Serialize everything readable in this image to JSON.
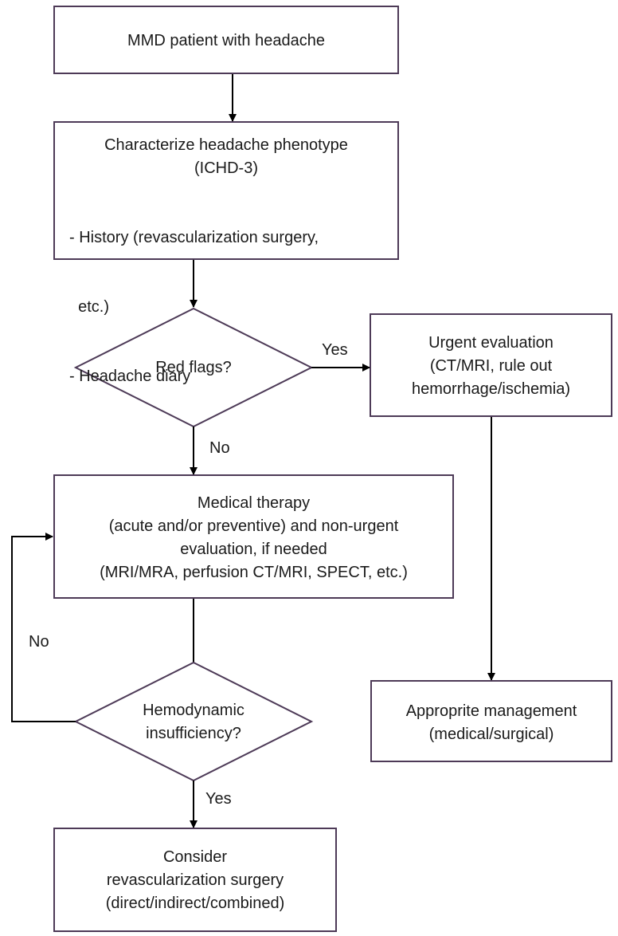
{
  "nodes": {
    "start": {
      "lines": [
        "MMD patient with headache"
      ]
    },
    "characterize": {
      "title_lines": [
        "Characterize headache phenotype",
        "(ICHD-3)"
      ],
      "bullets": [
        "- History (revascularization surgery,",
        "  etc.)",
        "- Headache diary"
      ]
    },
    "red_flags": {
      "lines": [
        "Red flags?"
      ]
    },
    "urgent": {
      "lines": [
        "Urgent evaluation",
        "(CT/MRI, rule out",
        "hemorrhage/ischemia)"
      ]
    },
    "medical": {
      "lines": [
        "Medical therapy",
        "(acute and/or preventive) and non-urgent",
        "evaluation, if needed",
        "(MRI/MRA, perfusion CT/MRI, SPECT, etc.)"
      ]
    },
    "hemodynamic": {
      "lines": [
        "Hemodynamic",
        "insufficiency?"
      ]
    },
    "management": {
      "lines": [
        "Approprite management",
        "(medical/surgical)"
      ]
    },
    "surgery": {
      "lines": [
        "Consider",
        "revascularization surgery",
        "(direct/indirect/combined)"
      ]
    }
  },
  "edge_labels": {
    "red_flags_yes": "Yes",
    "red_flags_no": "No",
    "hemodynamic_no": "No",
    "hemodynamic_yes": "Yes"
  },
  "colors": {
    "box_border": "#4d3a57",
    "arrow": "#000000"
  }
}
